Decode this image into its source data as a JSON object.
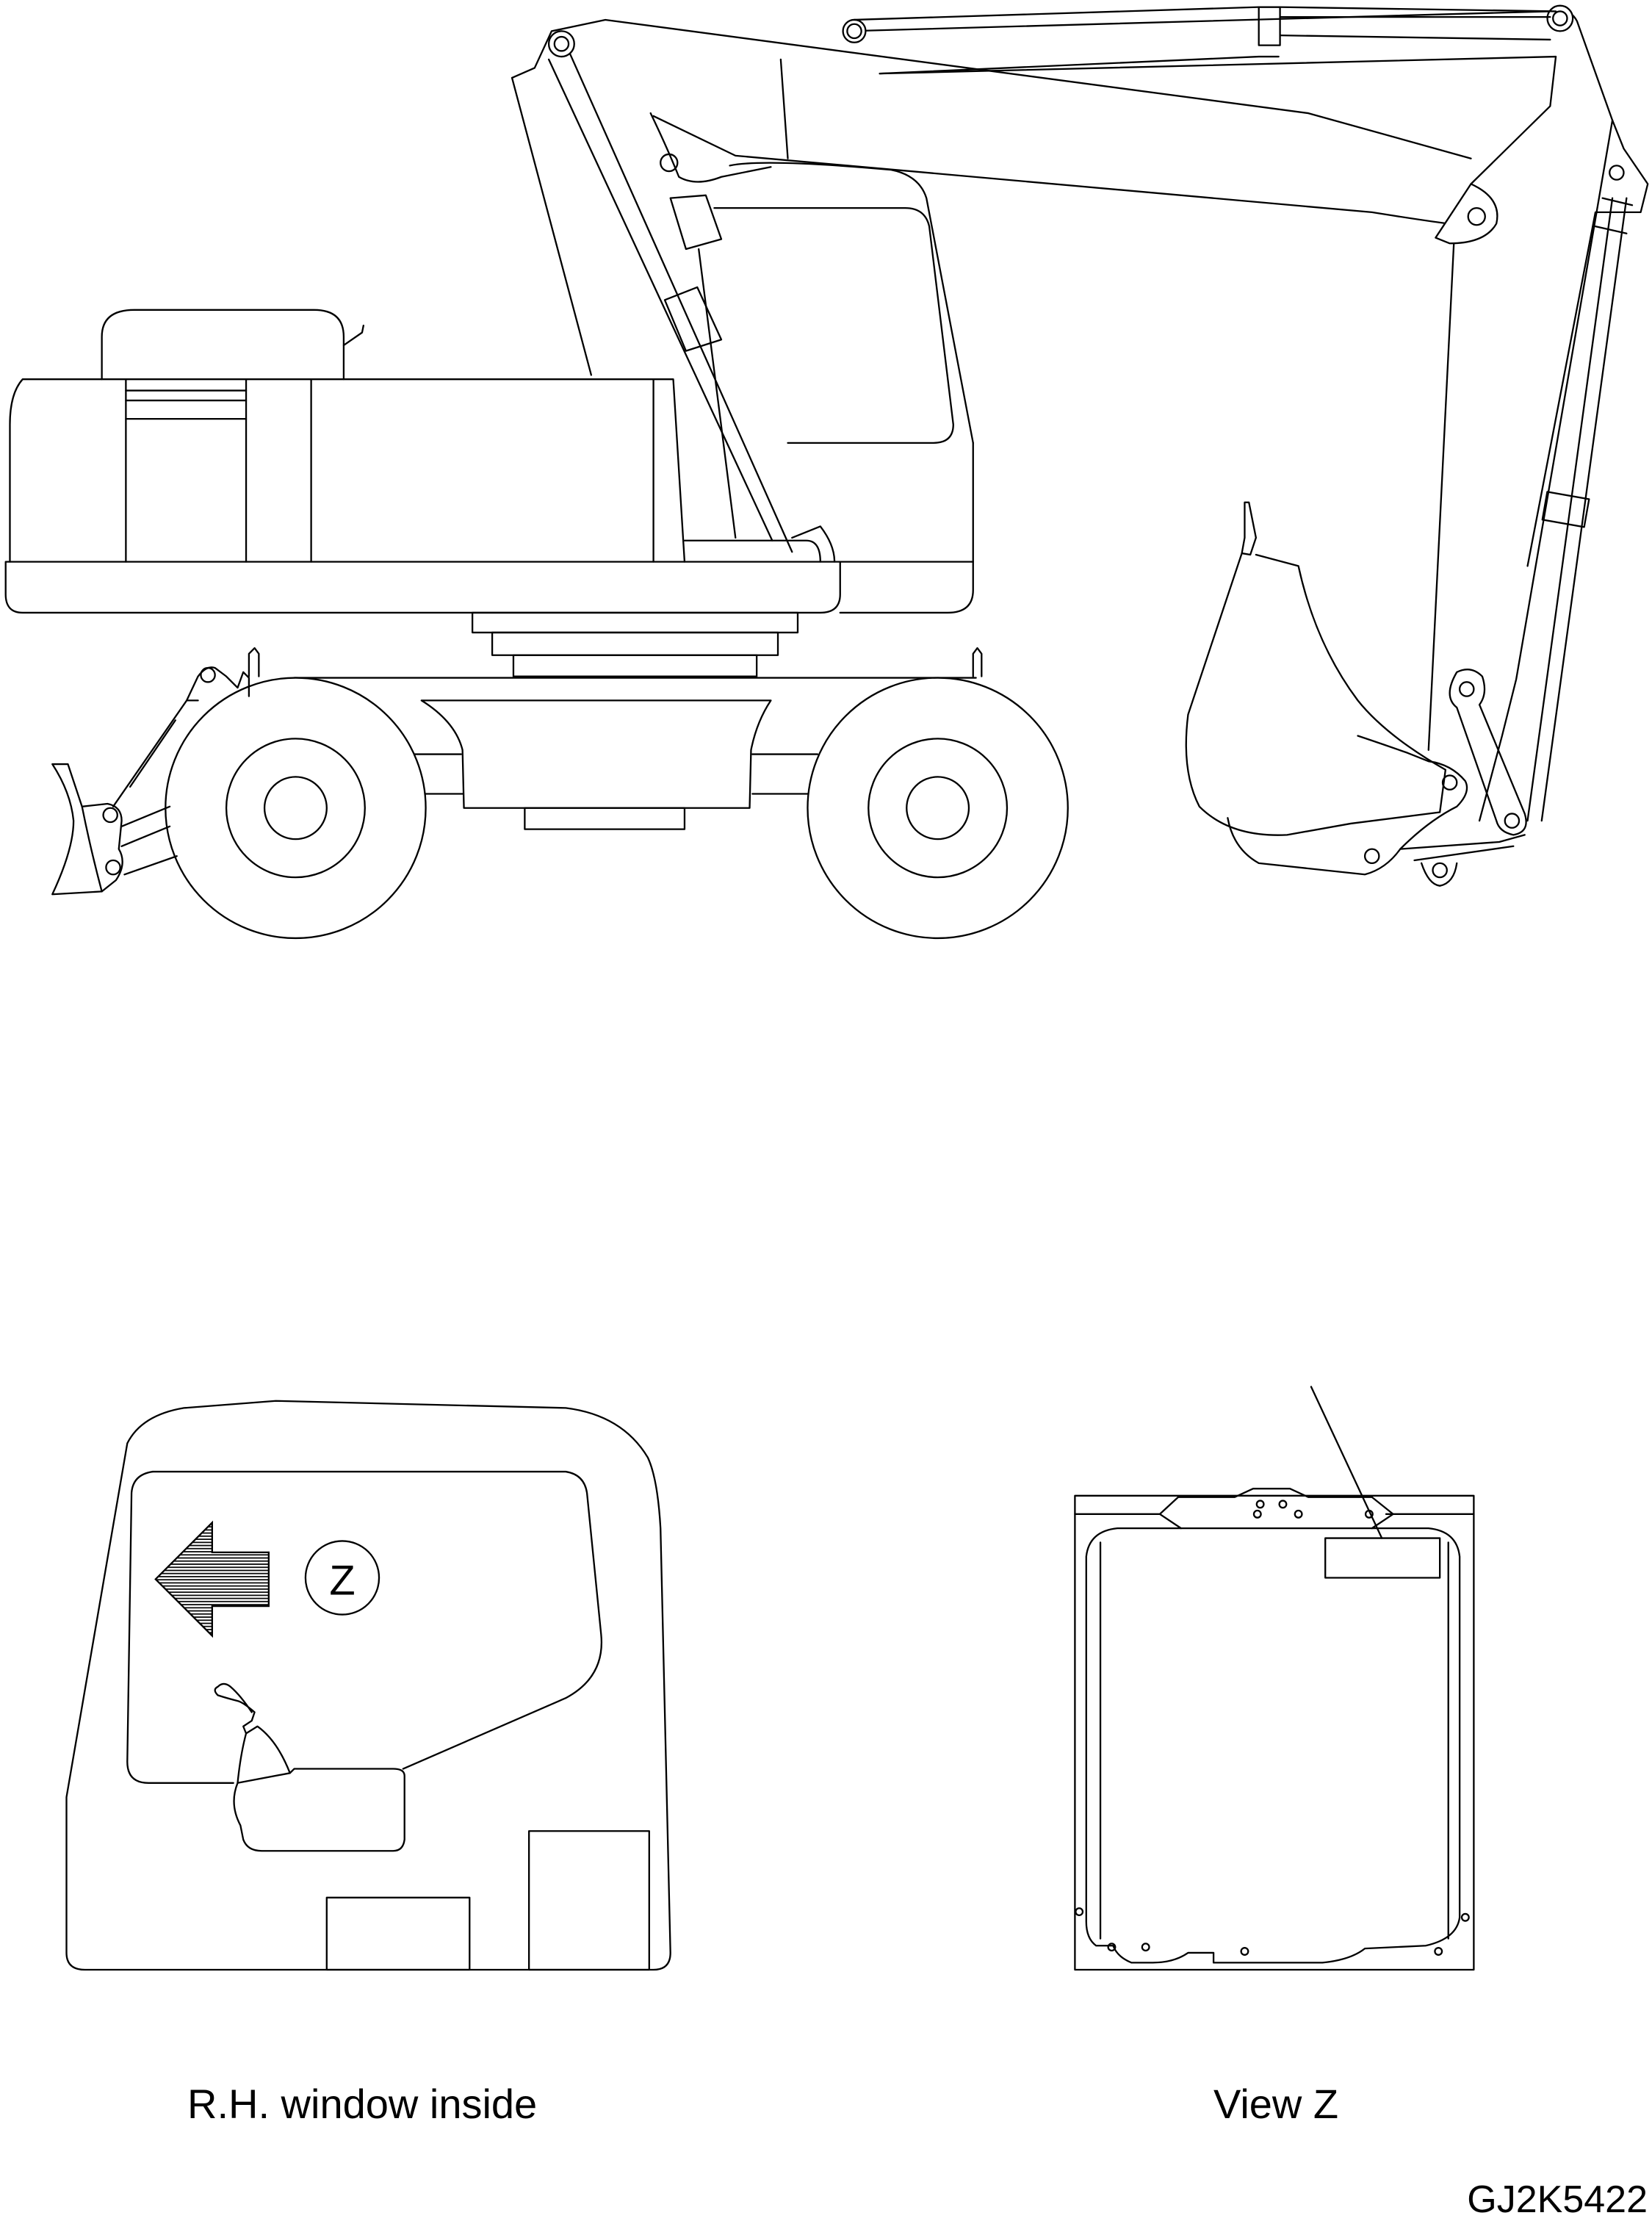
{
  "figure": {
    "type": "technical parts-catalog line drawing",
    "subject": "wheeled hydraulic excavator, side elevation",
    "figure_id": "GJ2K5422",
    "colors": {
      "line": "#000000",
      "background": "#ffffff"
    }
  },
  "views": {
    "machine_side": {
      "description": "Side view of wheeled excavator with boom, arm, bucket, cab, counterweight, dozer blade and two wheels"
    },
    "window_inside": {
      "caption": "R.H. window inside",
      "arrow_label": "Z",
      "arrow_direction": "left"
    },
    "view_z": {
      "caption": "View Z",
      "note": "Window panel with label plate indicated by leader line"
    }
  }
}
